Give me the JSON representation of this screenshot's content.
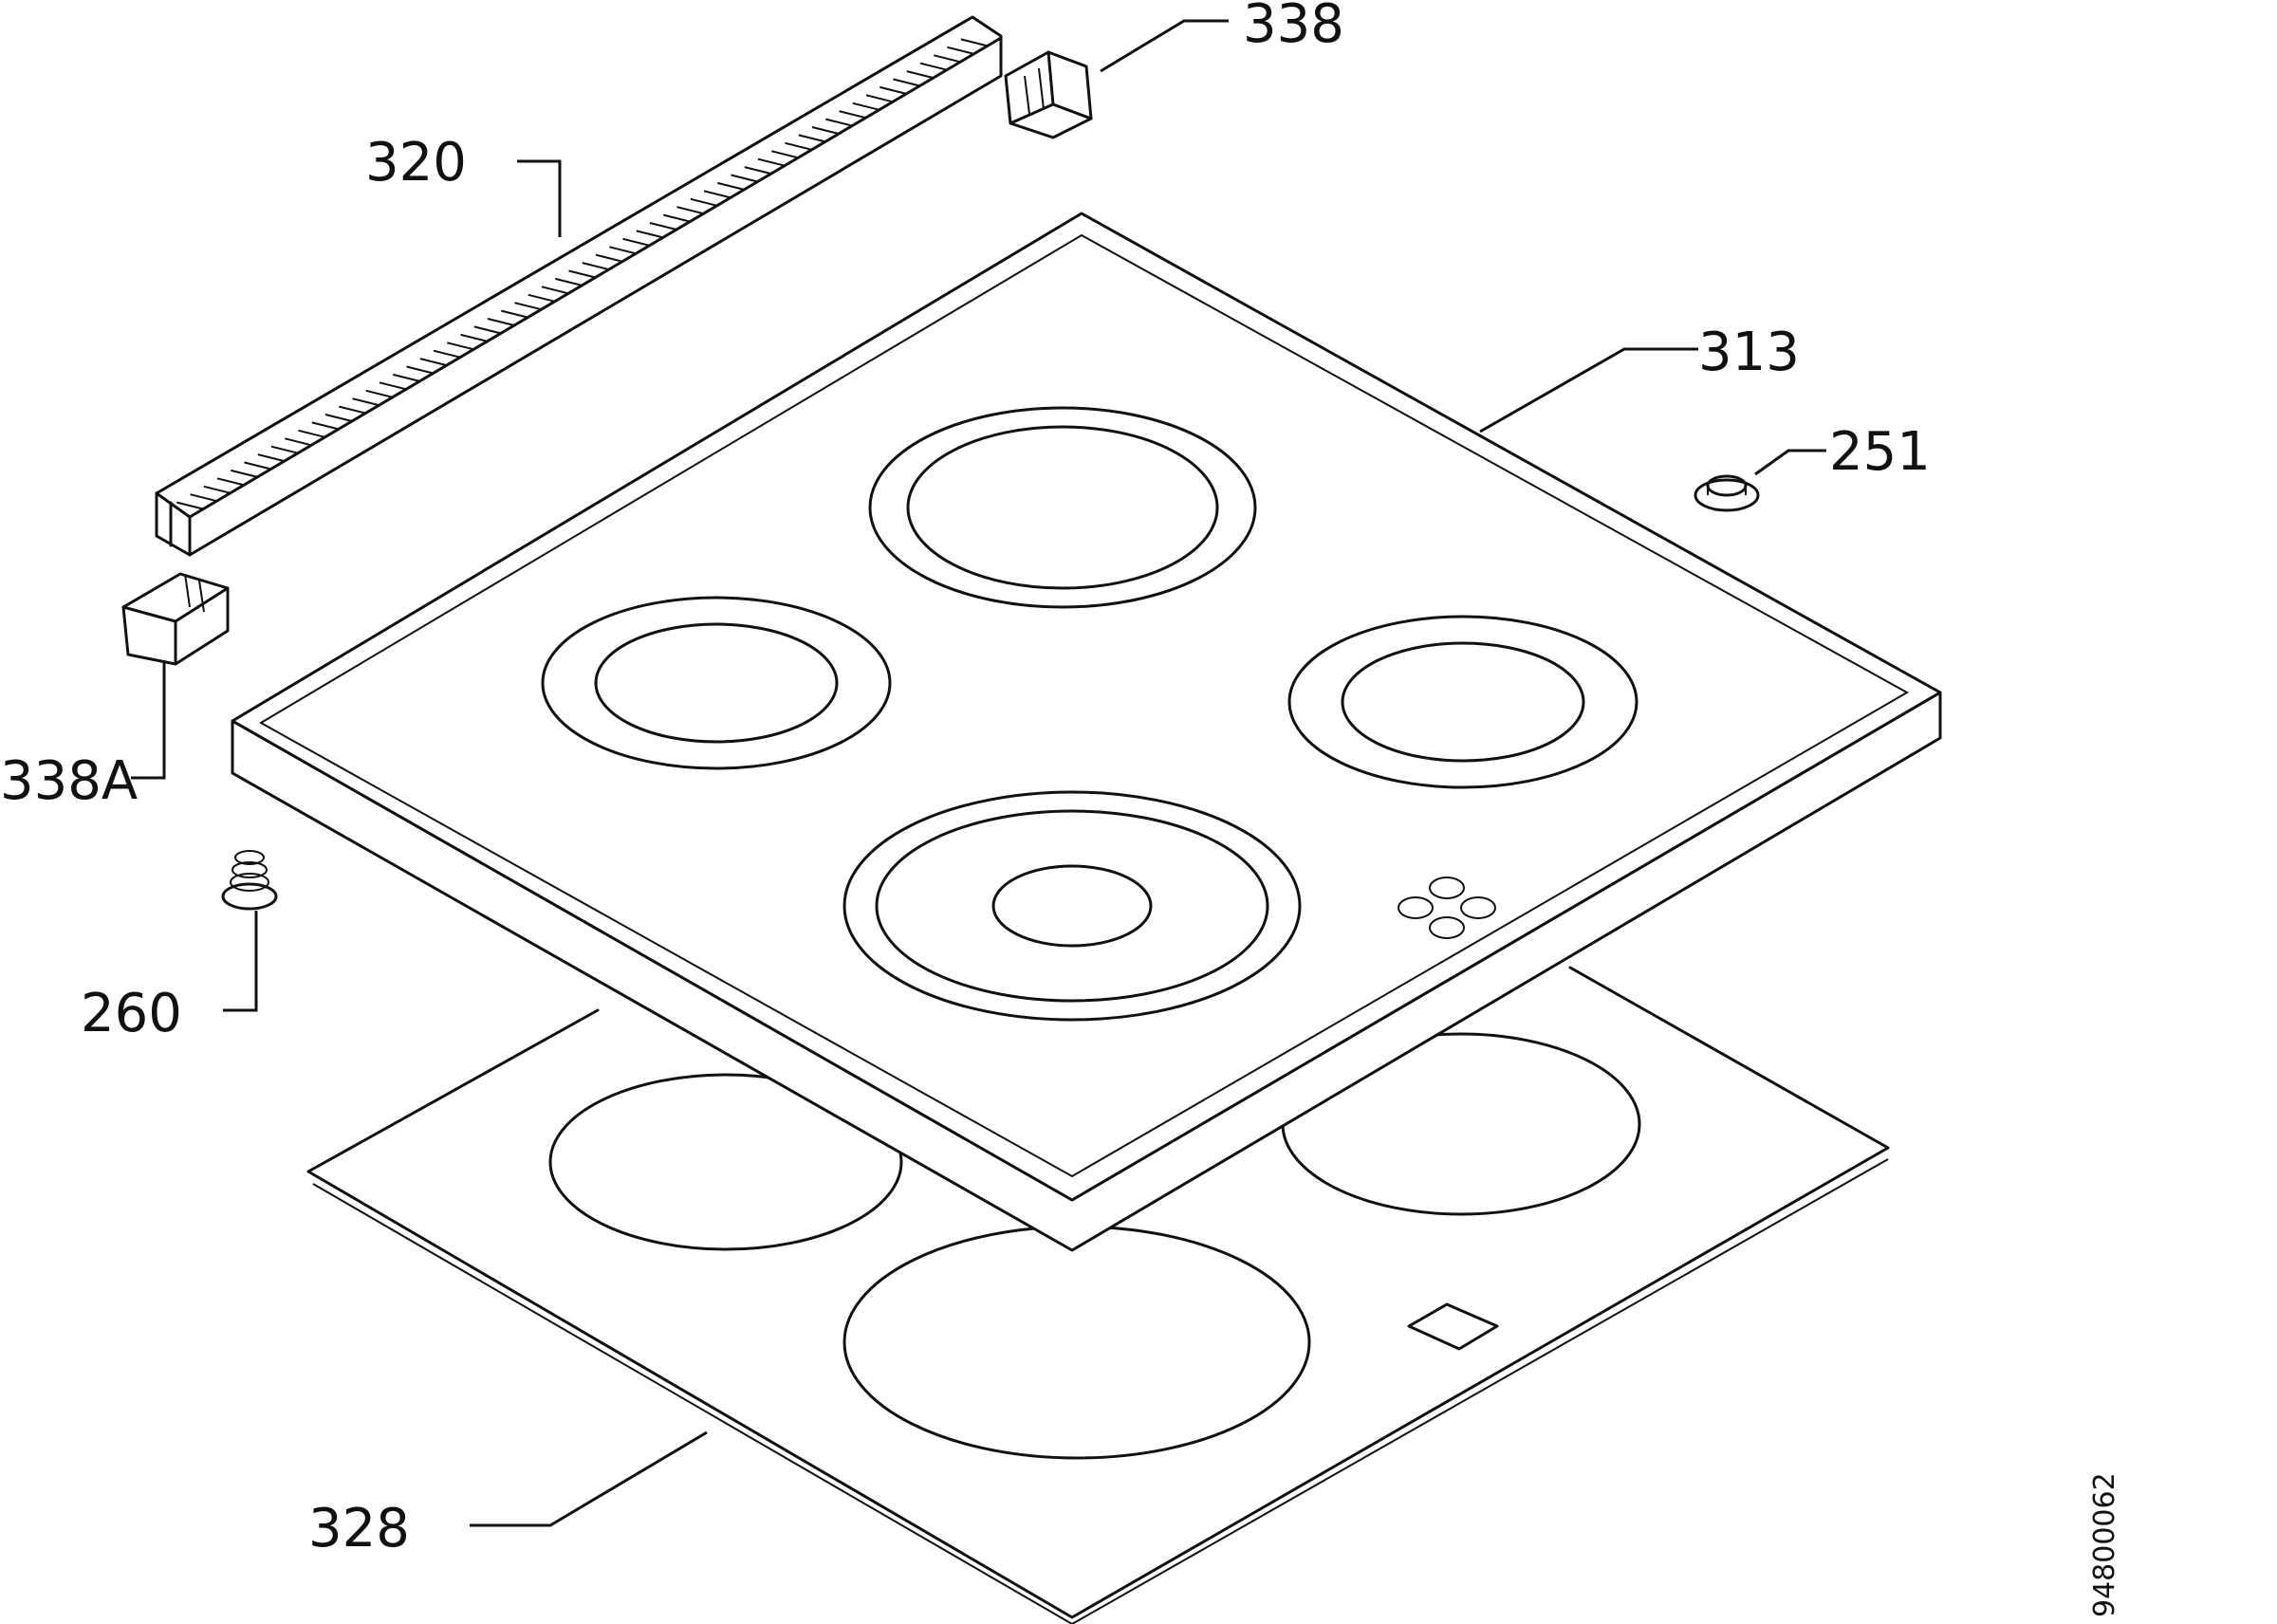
{
  "labels": {
    "p338": "338",
    "p320": "320",
    "p313": "313",
    "p251": "251",
    "p338a": "338A",
    "p260": "260",
    "p328": "328"
  },
  "document_number": "94800062"
}
